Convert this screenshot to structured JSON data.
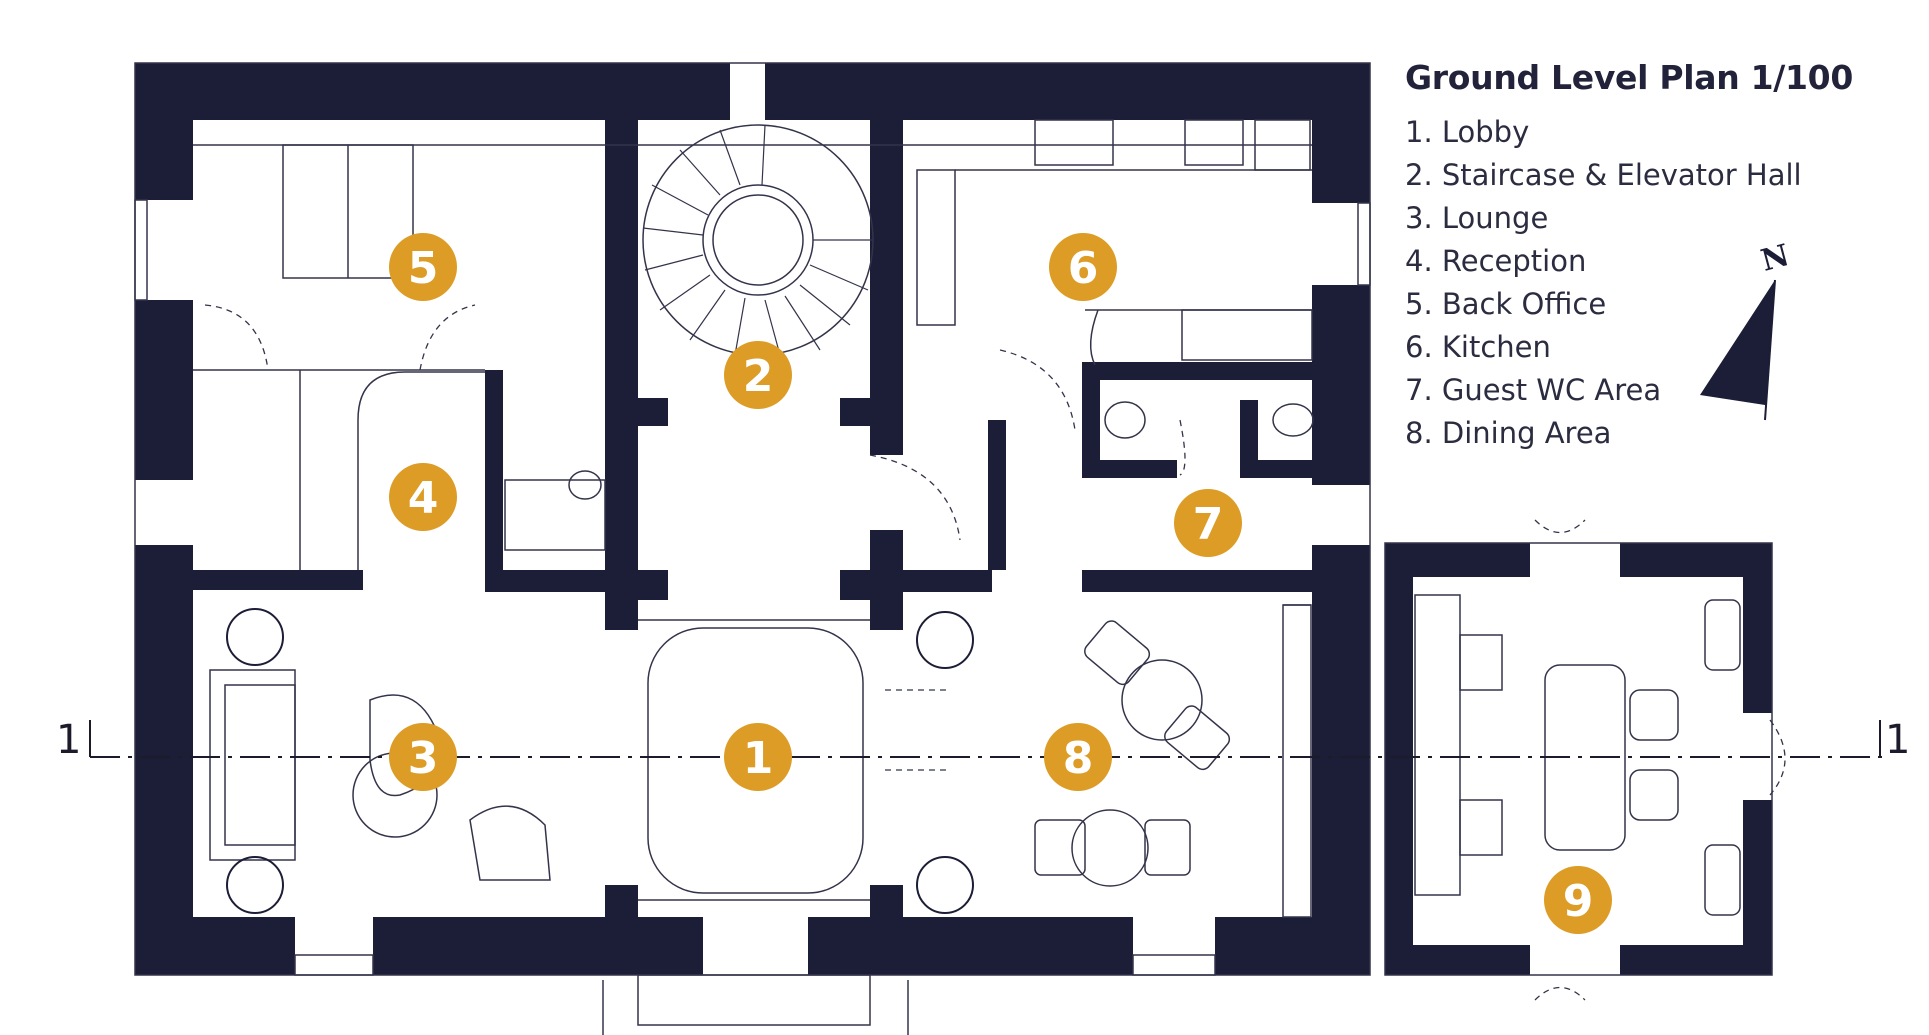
{
  "legend": {
    "title": "Ground Level Plan 1/100",
    "items": [
      "1. Lobby",
      "2. Staircase & Elevator Hall",
      "3. Lounge",
      "4. Reception",
      "5. Back Office",
      "6. Kitchen",
      "7. Guest WC Area",
      "8. Dining Area"
    ]
  },
  "room_badges": [
    "1",
    "2",
    "3",
    "4",
    "5",
    "6",
    "7",
    "8",
    "9"
  ],
  "section_marker": {
    "left": "1",
    "right": "1"
  },
  "north_label": "N",
  "colors": {
    "wall": "#1c1d36",
    "badge": "#dc9c26",
    "line": "#33344a"
  }
}
